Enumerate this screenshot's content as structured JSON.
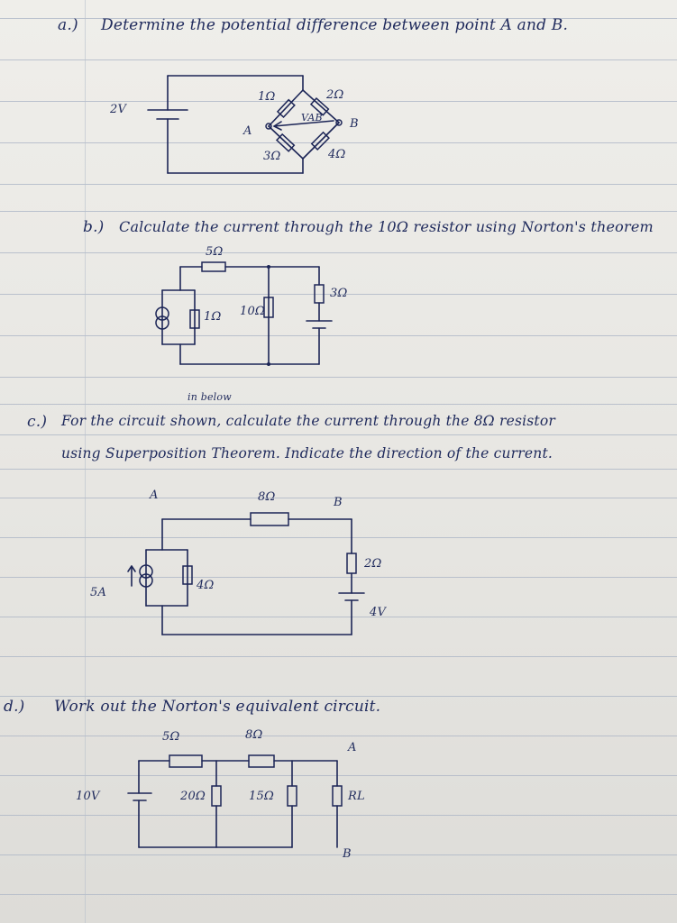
{
  "questions": {
    "a": {
      "label": "a.)",
      "text": "Determine the potential difference between point A and B.",
      "circuit": {
        "source": "2V",
        "r1": "1Ω",
        "r2": "2Ω",
        "r3": "3Ω",
        "r4": "4Ω",
        "vab": "VAB",
        "node_a": "A",
        "node_b": "B"
      }
    },
    "b": {
      "label": "b.)",
      "text": "Calculate the current through the 10Ω resistor using Norton's theorem",
      "circuit": {
        "r_top": "5Ω",
        "r_left": "1Ω",
        "r_mid": "10Ω",
        "r_right": "3Ω"
      }
    },
    "c": {
      "label": "c.)",
      "insert": "in below",
      "text_line1": "For the circuit shown, calculate the current through the 8Ω resistor",
      "text_line2": "using Superposition Theorem. Indicate the direction of the current.",
      "circuit": {
        "node_a": "A",
        "node_b": "B",
        "r_top": "8Ω",
        "source_current": "5A",
        "r_left": "4Ω",
        "r_right": "2Ω",
        "source_voltage": "4V"
      }
    },
    "d": {
      "label": "d.)",
      "text": "Work out the Norton's equivalent circuit.",
      "circuit": {
        "source": "10V",
        "r_top1": "5Ω",
        "r_top2": "8Ω",
        "r_shunt1": "20Ω",
        "r_shunt2": "15Ω",
        "r_load": "RL",
        "node_a": "A",
        "node_b": "B"
      }
    }
  }
}
